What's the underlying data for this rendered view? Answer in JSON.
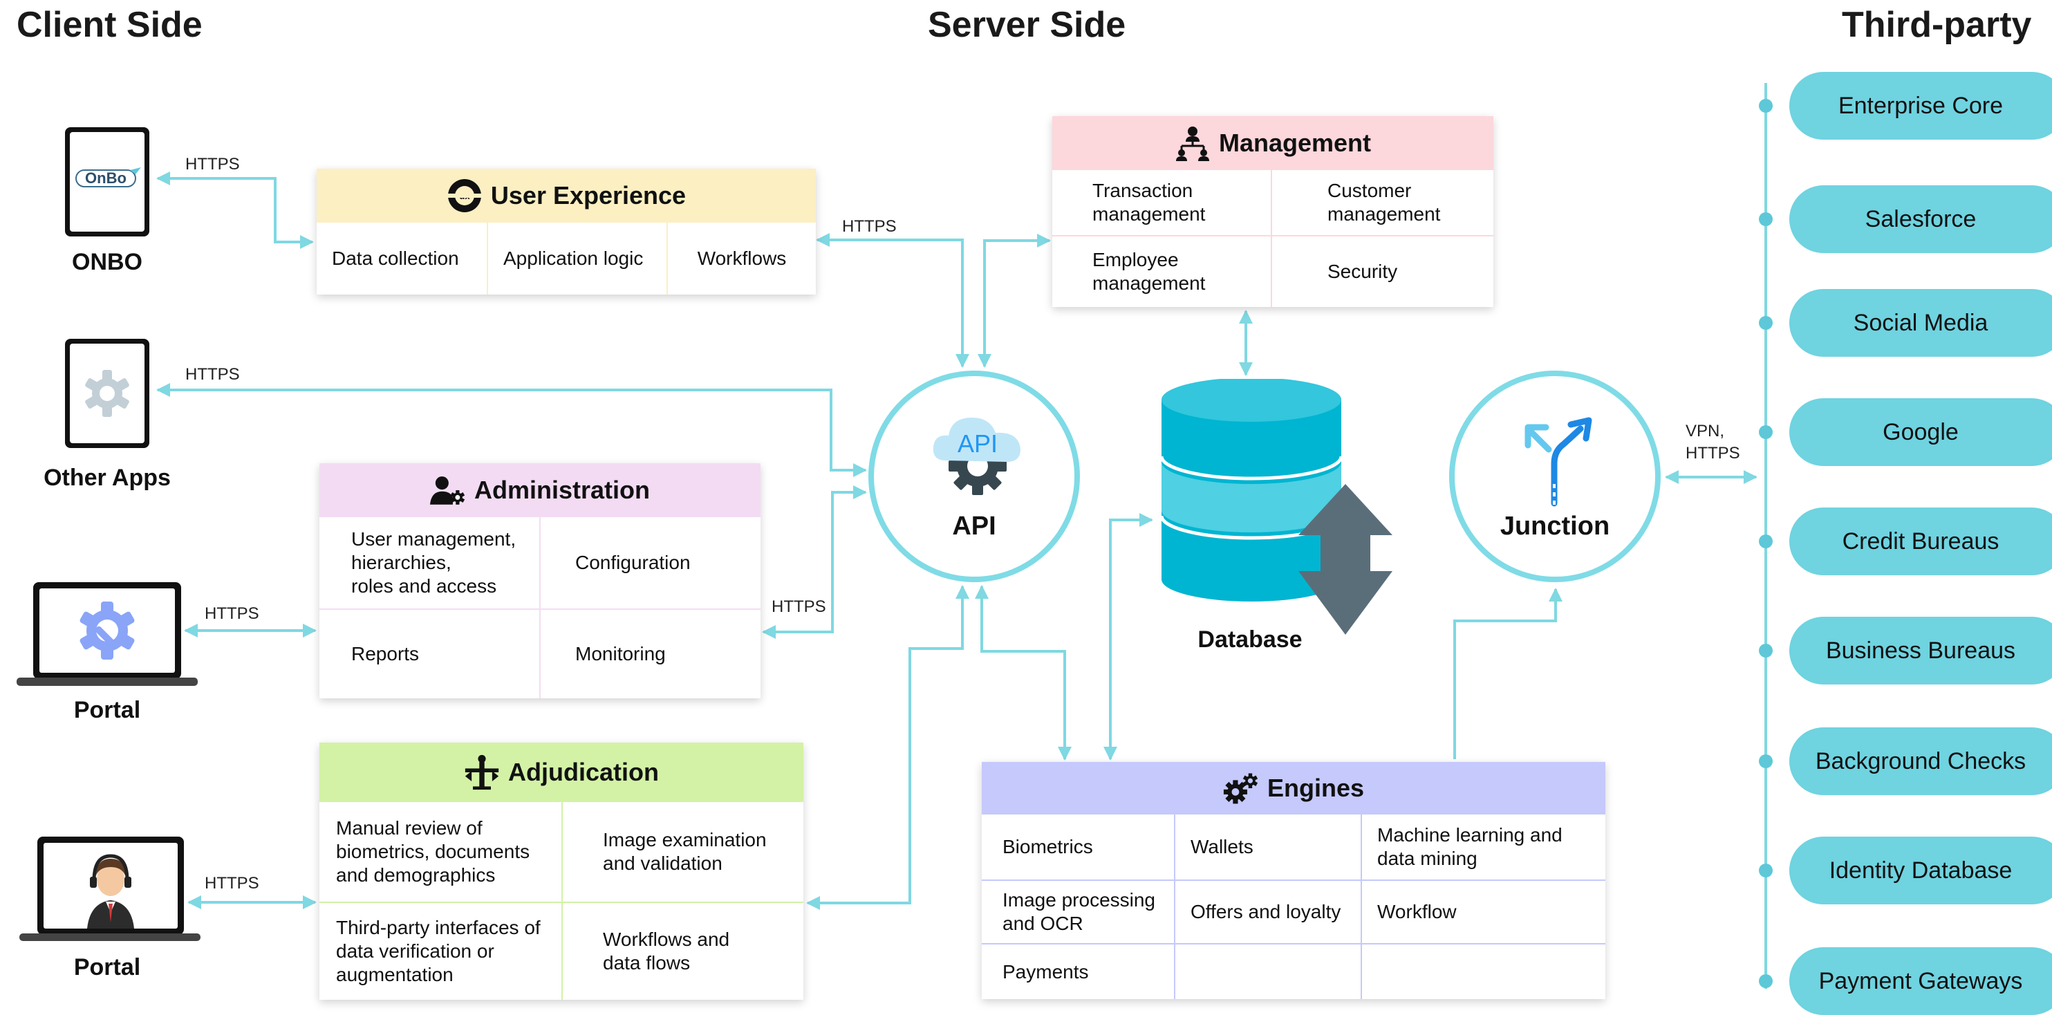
{
  "headings": {
    "client": "Client Side",
    "server": "Server Side",
    "third_party": "Third-party"
  },
  "clients": [
    {
      "name": "ONBO",
      "icon": "onbo-tablet-icon",
      "logo": "OnBo"
    },
    {
      "name": "Other Apps",
      "icon": "tablet-gear-icon"
    },
    {
      "name": "Portal",
      "icon": "laptop-wrench-icon"
    },
    {
      "name": "Portal",
      "icon": "laptop-agent-icon"
    }
  ],
  "protocols": {
    "https": "HTTPS",
    "vpn_line1": "VPN,",
    "vpn_line2": "HTTPS"
  },
  "user_experience": {
    "title": "User Experience",
    "icon": "ux-icon",
    "items": [
      "Data collection",
      "Application logic",
      "Workflows"
    ],
    "header_color": "#fcefc2"
  },
  "administration": {
    "title": "Administration",
    "icon": "admin-users-icon",
    "items": [
      "User management,\nhierarchies,\nroles and access",
      "Configuration",
      "Reports",
      "Monitoring"
    ],
    "header_color": "#f3dcf3"
  },
  "adjudication": {
    "title": "Adjudication",
    "icon": "adjudication-icon",
    "items": [
      "Manual review of\nbiometrics, documents\nand demographics",
      "Image examination\nand validation",
      "Third-party interfaces of\ndata verification or\naugmentation",
      "Workflows and\ndata flows"
    ],
    "header_color": "#d3f2a6"
  },
  "management": {
    "title": "Management",
    "icon": "management-org-icon",
    "items": [
      "Transaction\nmanagement",
      "Customer\nmanagement",
      "Employee\nmanagement",
      "Security"
    ],
    "header_color": "#fcd7dc"
  },
  "engines": {
    "title": "Engines",
    "icon": "gears-icon",
    "items": [
      "Biometrics",
      "Wallets",
      "Machine learning and\ndata mining",
      "Image processing\nand OCR",
      "Offers and loyalty",
      "Workflow",
      "Payments",
      "",
      ""
    ],
    "header_color": "#c5c9fb"
  },
  "api": {
    "label": "API",
    "icon_text": "API",
    "icon": "api-cloud-gear-icon"
  },
  "database": {
    "label": "Database",
    "icon": "database-sync-icon"
  },
  "junction": {
    "label": "Junction",
    "icon": "fork-arrows-icon"
  },
  "third_parties": [
    "Enterprise Core",
    "Salesforce",
    "Social Media",
    "Google",
    "Credit  Bureaus",
    "Business Bureaus",
    "Background Checks",
    "Identity Database",
    "Payment Gateways"
  ],
  "colors": {
    "connector": "#7fd8e2",
    "pill": "#6fd3e0",
    "database": "#00b5d1",
    "database_arrow": "#5a6e7a"
  }
}
